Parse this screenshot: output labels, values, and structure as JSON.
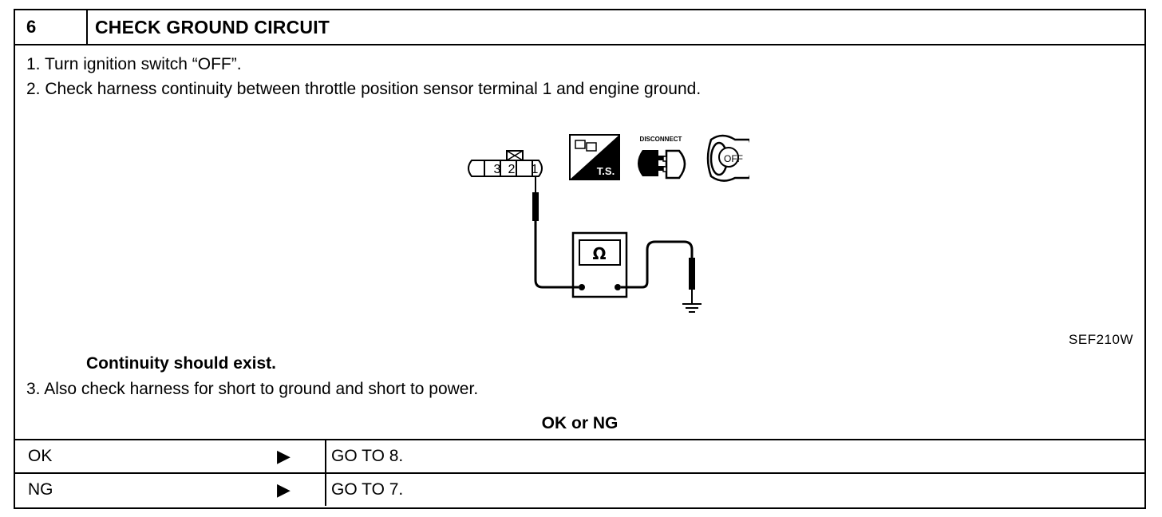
{
  "header": {
    "number": "6",
    "title": "CHECK GROUND CIRCUIT"
  },
  "steps": {
    "step1": "1.  Turn ignition switch “OFF”.",
    "step2": "2.  Check harness continuity between throttle position sensor terminal 1 and engine ground.",
    "note": "Continuity should exist.",
    "step3": "3.  Also check harness for short to ground and short to power."
  },
  "figure": {
    "code": "SEF210W",
    "connector_pins": [
      "3",
      "2",
      "1"
    ],
    "icons": [
      "connector-icon",
      "ts-icon",
      "disconnect-icon",
      "ignition-off-icon"
    ],
    "ts_label": "T.S.",
    "disconnect_label": "DISCONNECT",
    "off_label": "OFF",
    "meter_symbol": "Ω"
  },
  "result": {
    "title": "OK or NG",
    "rows": [
      {
        "label": "OK",
        "arrow": "▶",
        "action": "GO TO 8."
      },
      {
        "label": "NG",
        "arrow": "▶",
        "action": "GO TO 7."
      }
    ]
  }
}
